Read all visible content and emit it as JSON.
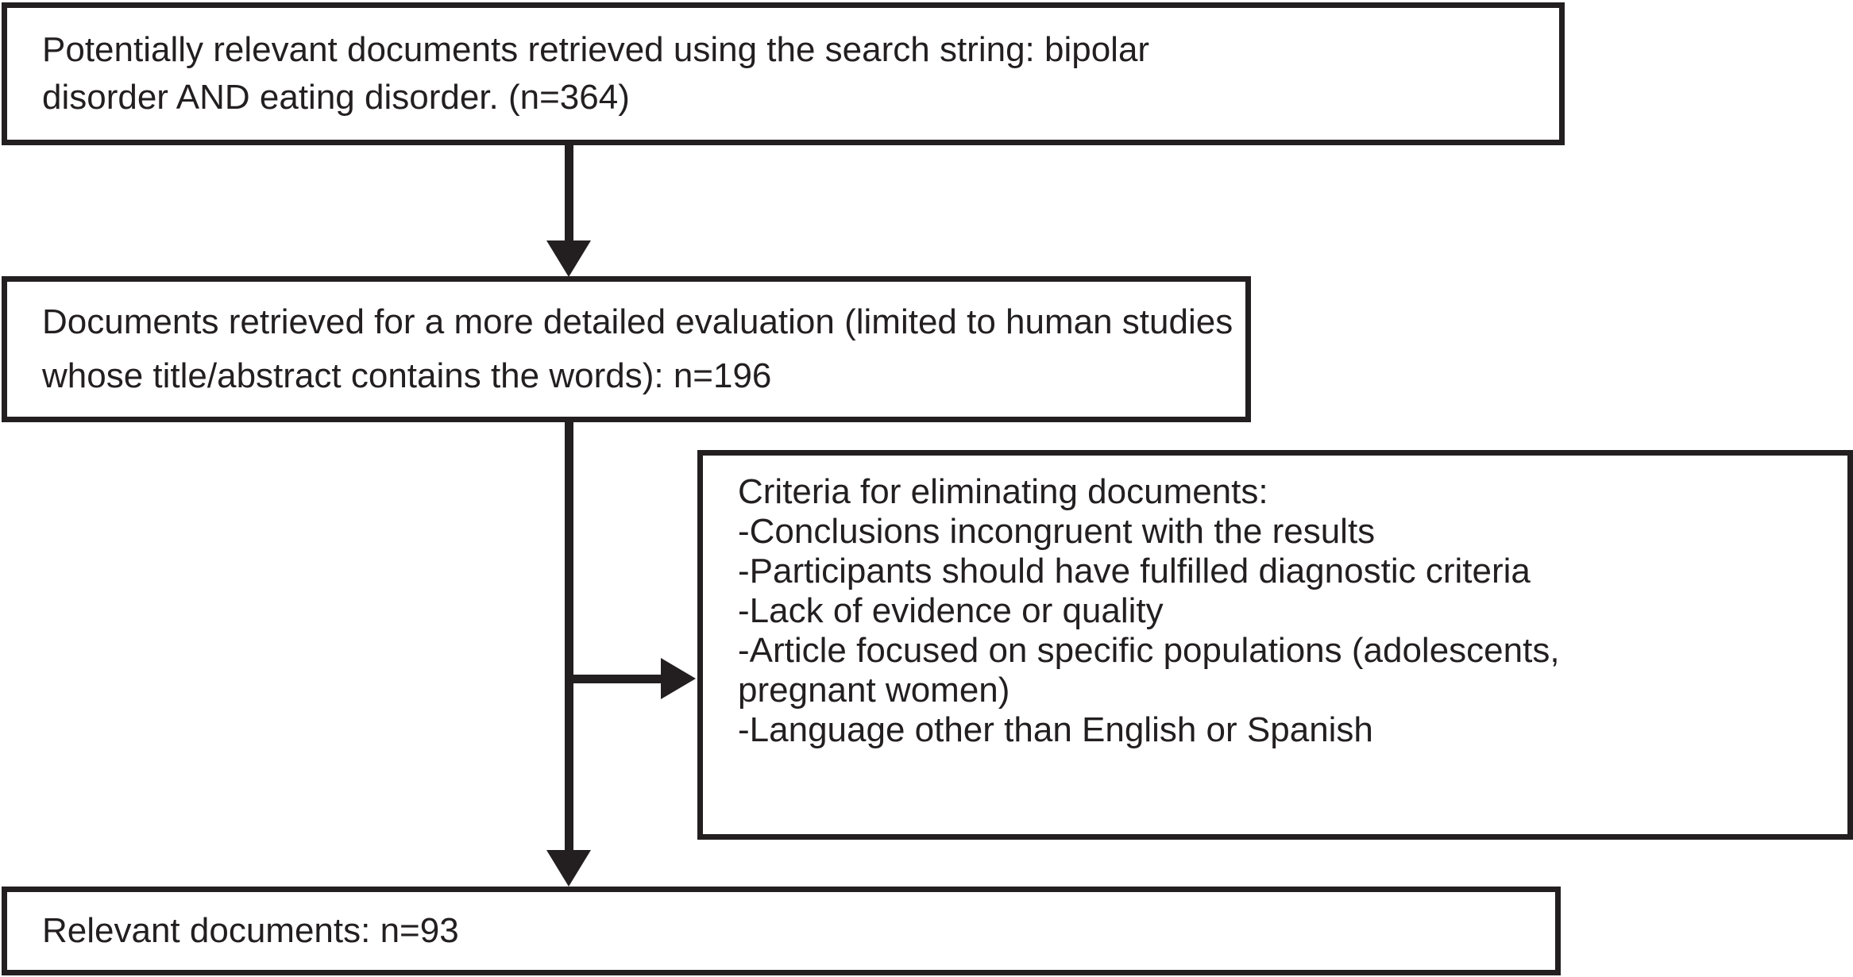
{
  "diagram": {
    "type": "flowchart",
    "title": "Literature search and document selection flow",
    "colors": {
      "stroke": "#231f20",
      "fill": "#ffffff",
      "text": "#231f20"
    },
    "nodes": [
      {
        "id": "search",
        "name": "search-results-box",
        "lines": [
          "Potentially relevant documents retrieved using the search string: bipolar",
          "disorder AND eating disorder. (n=364)"
        ],
        "count_label": "n=364",
        "count": 364
      },
      {
        "id": "evaluation",
        "name": "detailed-evaluation-box",
        "lines": [
          "Documents retrieved for a more detailed evaluation (limited to human studies",
          "whose title/abstract contains the words): n=196"
        ],
        "count_label": "n=196",
        "count": 196
      },
      {
        "id": "criteria",
        "name": "exclusion-criteria-box",
        "heading": "Criteria for eliminating documents:",
        "lines": [
          "Criteria for eliminating documents:",
          "-Conclusions incongruent with the results",
          "-Participants should have fulfilled diagnostic criteria",
          "-Lack of evidence or quality",
          "-Article focused on specific populations (adolescents,",
          "pregnant women)",
          "-Language other than English or Spanish"
        ],
        "items": [
          "-Conclusions incongruent with the results",
          "-Participants should have fulfilled diagnostic criteria",
          "-Lack of evidence or quality",
          "-Article focused on specific populations (adolescents, pregnant women)",
          "-Language other than English or Spanish"
        ]
      },
      {
        "id": "relevant",
        "name": "relevant-documents-box",
        "lines": [
          "Relevant documents: n=93"
        ],
        "count_label": "n=93",
        "count": 93
      }
    ],
    "connectors": [
      {
        "id": "search-to-evaluation",
        "from": "search",
        "to": "evaluation",
        "direction": "down"
      },
      {
        "id": "evaluation-to-relevant",
        "from": "evaluation",
        "to": "relevant",
        "direction": "down"
      },
      {
        "id": "branch-to-criteria",
        "from": "evaluation",
        "to": "criteria",
        "direction": "right"
      }
    ]
  }
}
